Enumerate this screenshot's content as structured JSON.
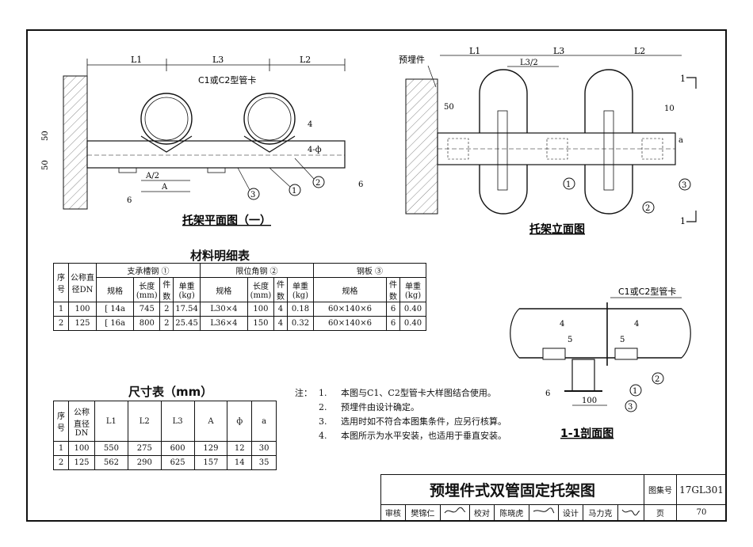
{
  "plan_view": {
    "title": "托架平面图（一）",
    "dim_L1": "L1",
    "dim_L3": "L3",
    "dim_L2": "L2",
    "clamp_note": "C1或C2型管卡",
    "dim_50_top": "50",
    "dim_50_bottom": "50",
    "dim_A_half": "A/2",
    "dim_A": "A",
    "weld_4": "4",
    "weld_4phi": "4-ф",
    "weld_6_left": "6",
    "weld_6_right": "6",
    "callout_1": "1",
    "callout_2": "2",
    "callout_3": "3"
  },
  "elevation_view": {
    "title": "托架立面图",
    "embedded_label": "预埋件",
    "dim_L1": "L1",
    "dim_L3": "L3",
    "dim_L3_half": "L3/2",
    "dim_L2": "L2",
    "dim_50": "50",
    "dim_10": "10",
    "dim_a": "a",
    "section_mark_top": "1",
    "section_mark_bottom": "1",
    "callout_1": "1",
    "callout_2": "2",
    "callout_3": "3"
  },
  "materials_table": {
    "title": "材料明细表",
    "h_seq": "序号",
    "h_dn": "公称直径DN",
    "h_channel": "支承槽钢 ①",
    "h_angle": "限位角钢 ②",
    "h_plate": "钢板 ③",
    "h_spec": "规格",
    "h_length": "长度(mm)",
    "h_count": "件数",
    "h_weight": "单重(kg)",
    "rows": [
      {
        "seq": "1",
        "dn": "100",
        "ch_spec": "[ 14a",
        "ch_len": "745",
        "ch_n": "2",
        "ch_w": "17.54",
        "an_spec": "L30×4",
        "an_len": "100",
        "an_n": "4",
        "an_w": "0.18",
        "pl_spec": "60×140×6",
        "pl_n": "6",
        "pl_w": "0.40"
      },
      {
        "seq": "2",
        "dn": "125",
        "ch_spec": "[ 16a",
        "ch_len": "800",
        "ch_n": "2",
        "ch_w": "25.45",
        "an_spec": "L36×4",
        "an_len": "150",
        "an_n": "4",
        "an_w": "0.32",
        "pl_spec": "60×140×6",
        "pl_n": "6",
        "pl_w": "0.40"
      }
    ]
  },
  "dim_table": {
    "title": "尺寸表（mm）",
    "headers": [
      "序号",
      "公称直径DN",
      "L1",
      "L2",
      "L3",
      "A",
      "ф",
      "a"
    ],
    "rows": [
      [
        "1",
        "100",
        "550",
        "275",
        "600",
        "129",
        "12",
        "30"
      ],
      [
        "2",
        "125",
        "562",
        "290",
        "625",
        "157",
        "14",
        "35"
      ]
    ]
  },
  "notes": {
    "prefix": "注：",
    "items": [
      {
        "n": "1.",
        "t": "本图与C1、C2型管卡大样图结合使用。"
      },
      {
        "n": "2.",
        "t": "预埋件由设计确定。"
      },
      {
        "n": "3.",
        "t": "选用时如不符合本图集条件，应另行核算。"
      },
      {
        "n": "4.",
        "t": "本图所示为水平安装，也适用于垂直安装。"
      }
    ]
  },
  "section_view": {
    "title": "1-1剖面图",
    "clamp_note": "C1或C2型管卡",
    "weld_4_left": "4",
    "weld_4_right": "4",
    "dim_5_left": "5",
    "dim_5_right": "5",
    "weld_6": "6",
    "dim_100": "100",
    "callout_1": "1",
    "callout_2": "2",
    "callout_3": "3"
  },
  "title_block": {
    "drawing_title": "预埋件式双管固定托架图",
    "atlas_label": "图集号",
    "atlas_no": "17GL301",
    "review_label": "审核",
    "reviewer": "樊锦仁",
    "check_label": "校对",
    "checker": "陈晓虎",
    "design_label": "设计",
    "designer": "马力克",
    "page_label": "页",
    "page_no": "70"
  }
}
